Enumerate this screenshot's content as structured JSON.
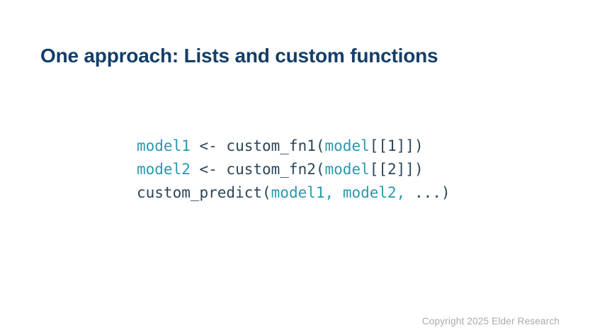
{
  "slide": {
    "title": "One approach: Lists and custom functions",
    "footer": "Copyright 2025 Elder Research"
  },
  "colors": {
    "background": "#ffffff",
    "title_text": "#153e66",
    "code_default": "#2b4558",
    "code_variable": "#2898ae",
    "footer_text": "#a9a9a9"
  },
  "code": {
    "language": "r",
    "plain_text": "model1 <- custom_fn1(model[[1]])\nmodel2 <- custom_fn2(model[[2]])\ncustom_predict(model1, model2, ...)",
    "lines": [
      {
        "tokens": [
          {
            "text": "model1",
            "style": "variable"
          },
          {
            "text": " <- custom_fn1(",
            "style": "default"
          },
          {
            "text": "model",
            "style": "variable"
          },
          {
            "text": "[[1]])",
            "style": "default"
          }
        ]
      },
      {
        "tokens": [
          {
            "text": "model2",
            "style": "variable"
          },
          {
            "text": " <- custom_fn2(",
            "style": "default"
          },
          {
            "text": "model",
            "style": "variable"
          },
          {
            "text": "[[2]])",
            "style": "default"
          }
        ]
      },
      {
        "tokens": [
          {
            "text": "custom_predict(",
            "style": "default"
          },
          {
            "text": "model1,",
            "style": "variable"
          },
          {
            "text": " ",
            "style": "default"
          },
          {
            "text": "model2,",
            "style": "variable"
          },
          {
            "text": " ...)",
            "style": "default"
          }
        ]
      }
    ]
  }
}
